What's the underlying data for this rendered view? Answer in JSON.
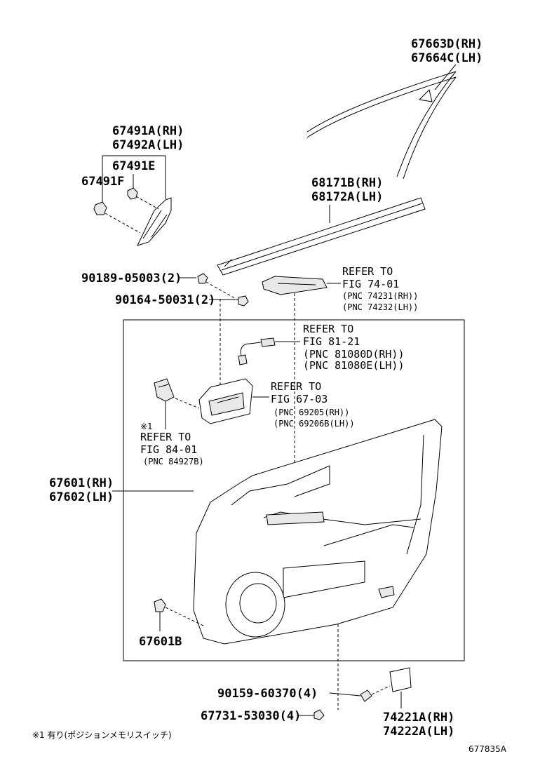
{
  "labels": {
    "glass_run_rh": "67663D(RH)",
    "glass_run_lh": "67664C(LH)",
    "cover_rh": "67491A(RH)",
    "cover_lh": "67492A(LH)",
    "clip_e": "67491E",
    "clip_f": "67491F",
    "weatherstrip_rh": "68171B(RH)",
    "weatherstrip_lh": "68172A(LH)",
    "screw_1": "90189-05003(2)",
    "screw_2": "90164-50031(2)",
    "ref74_a": "REFER TO",
    "ref74_b": "FIG 74-01",
    "ref74_c": "(PNC 74231(RH))",
    "ref74_d": "(PNC 74232(LH))",
    "ref81_a": "REFER TO",
    "ref81_b": "FIG 81-21",
    "ref81_c": "(PNC 81080D(RH))",
    "ref81_d": "(PNC 81080E(LH))",
    "ref67_a": "REFER TO",
    "ref67_b": "FIG 67-03",
    "ref67_c": "(PNC 69205(RH))",
    "ref67_d": "(PNC 69206B(LH))",
    "ref84_note": "※1",
    "ref84_a": "REFER TO",
    "ref84_b": "FIG 84-01",
    "ref84_c": "(PNC 84927B)",
    "panel_rh": "67601(RH)",
    "panel_lh": "67602(LH)",
    "clip_b": "67601B",
    "screw_3": "90159-60370(4)",
    "clip_4": "67731-53030(4)",
    "arm_rh": "74221A(RH)",
    "arm_lh": "74222A(LH)",
    "footnote": "※1 有り(ポジションメモリスイッチ)",
    "fig_id": "677835A"
  }
}
